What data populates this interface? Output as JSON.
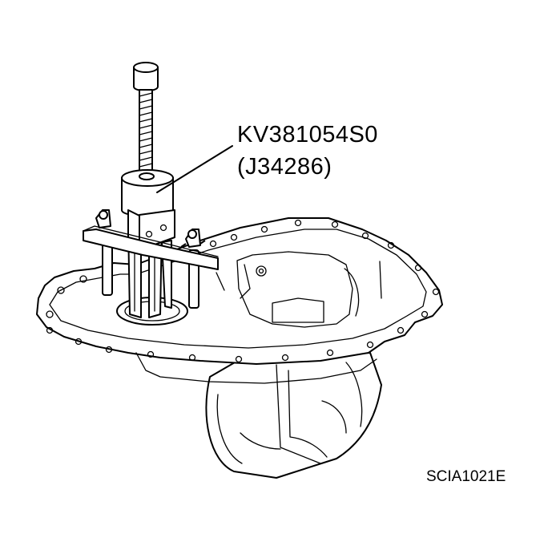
{
  "callout": {
    "part_number": "KV381054S0",
    "alt_number": "(J34286)"
  },
  "figure_code": "SCIA1021E",
  "colors": {
    "ink": "#000000",
    "paper": "#ffffff"
  }
}
